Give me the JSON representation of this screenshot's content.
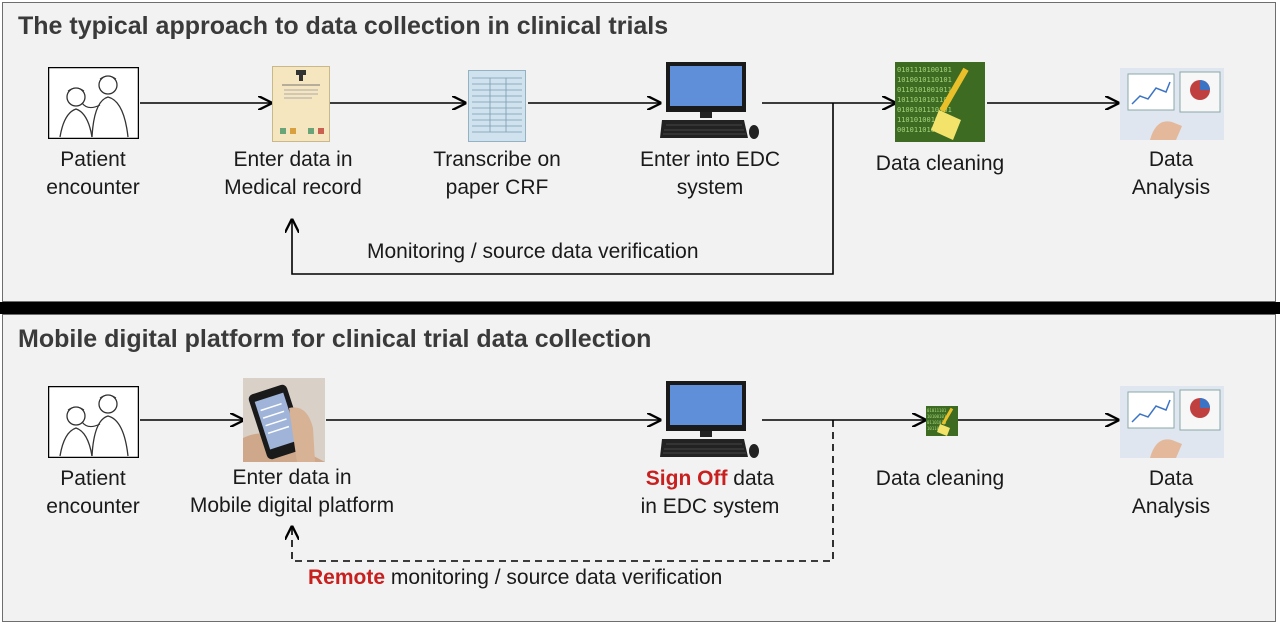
{
  "top": {
    "title": "The typical approach to data collection in clinical trials",
    "steps": [
      {
        "line1": "Patient",
        "line2": "encounter",
        "icon": "doctor-patient-icon"
      },
      {
        "line1": "Enter data in",
        "line2": "Medical record",
        "icon": "medical-record-icon"
      },
      {
        "line1": "Transcribe on",
        "line2": "paper CRF",
        "icon": "paper-crf-icon"
      },
      {
        "line1": "Enter into EDC",
        "line2": "system",
        "icon": "computer-icon"
      },
      {
        "line1": "Data cleaning",
        "icon": "data-cleaning-icon"
      },
      {
        "line1": "Data",
        "line2": "Analysis",
        "icon": "analysis-screen-icon"
      }
    ],
    "loop_label": "Monitoring / source data verification"
  },
  "bottom": {
    "title": "Mobile digital platform for clinical trial data collection",
    "steps": [
      {
        "line1": "Patient",
        "line2": "encounter",
        "icon": "doctor-patient-icon"
      },
      {
        "line1": "Enter data in",
        "line2": "Mobile digital platform",
        "icon": "mobile-phone-icon"
      },
      {
        "emph": "Sign Off",
        "line1_rest": " data",
        "line2": "in EDC system",
        "icon": "computer-icon"
      },
      {
        "line1": "Data cleaning",
        "icon": "data-cleaning-icon"
      },
      {
        "line1": "Data",
        "line2": "Analysis",
        "icon": "analysis-screen-icon"
      }
    ],
    "loop_emph": "Remote",
    "loop_rest": " monitoring / source data verification"
  },
  "colors": {
    "panel": "#f2f2f2",
    "accent_red": "#c8201f",
    "divider": "#000000"
  }
}
